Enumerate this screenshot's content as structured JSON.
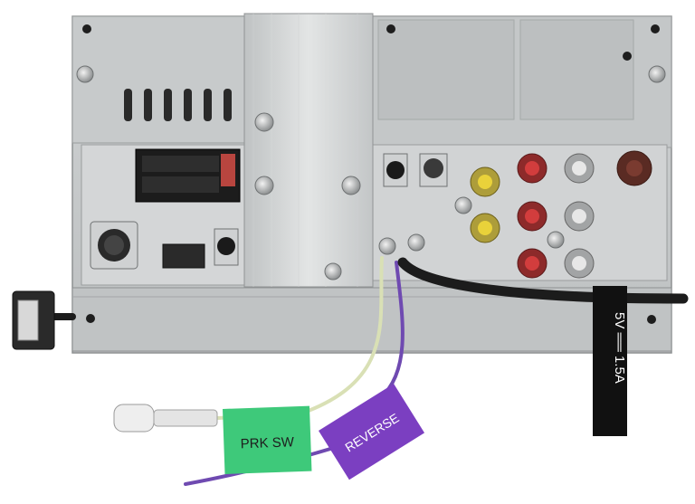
{
  "tags": {
    "parking": {
      "label": "PRK SW",
      "color": "#3ec97a"
    },
    "reverse": {
      "label": "REVERSE",
      "color": "#7b3fc1"
    }
  },
  "usb_label": {
    "text": "5V ══ 1.5A"
  },
  "unit": {
    "chassis_color": "#c9cccd",
    "plate_color": "#b9bcbd",
    "brushed_plate_color": "#dcdede"
  },
  "wires": {
    "parking_color": "#d9e0b5",
    "reverse_color": "#6f4ab1"
  }
}
